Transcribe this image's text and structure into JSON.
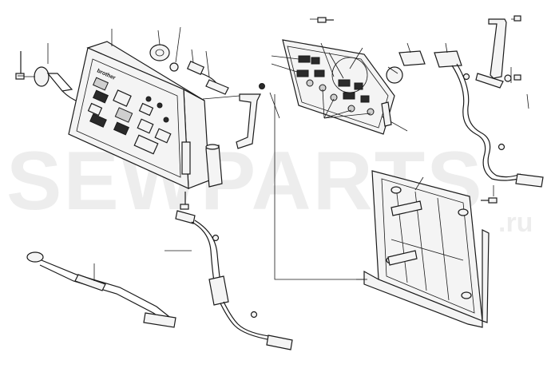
{
  "watermark": {
    "main": "SEWPARTS",
    "suffix": ".ru"
  },
  "panel": {
    "brand_text": "brother"
  }
}
